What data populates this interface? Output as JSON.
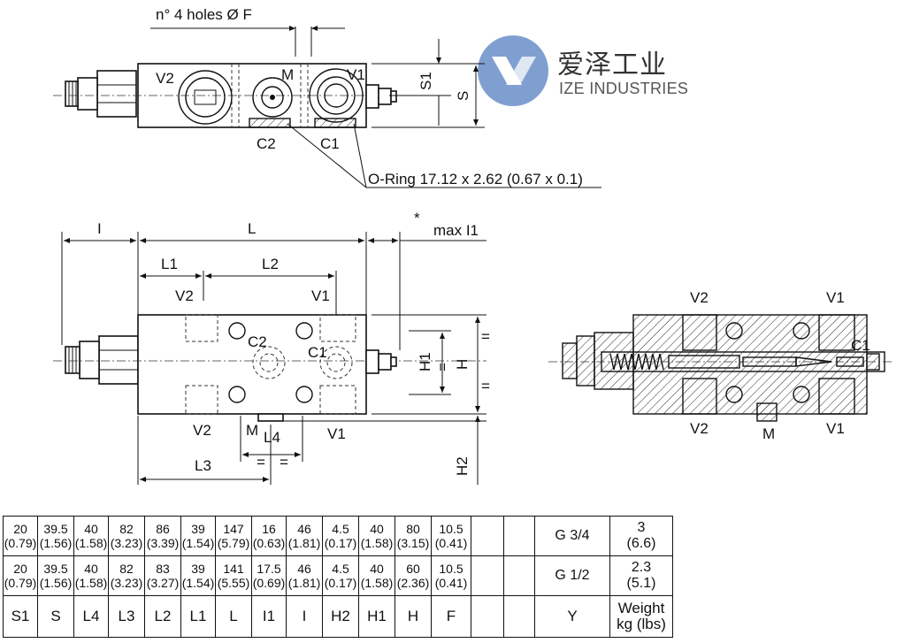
{
  "watermark": {
    "name_cn": "爱泽工业",
    "name_en": "IZE INDUSTRIES",
    "mark_color": "#6b8fc9"
  },
  "top_view": {
    "holes_note": "n° 4 holes Ø F",
    "port_v2": "V2",
    "port_m": "M",
    "port_v1": "V1",
    "port_c2": "C2",
    "port_c1": "C1",
    "dim_s1": "S1",
    "dim_s": "S",
    "oring_note": "O-Ring 17.12 x 2.62 (0.67 x 0.1)"
  },
  "front_view": {
    "dim_i": "I",
    "dim_l": "L",
    "asterisk": "*",
    "max_i1": "max I1",
    "dim_l1": "L1",
    "dim_l2": "L2",
    "port_v2_top": "V2",
    "port_v1_top": "V1",
    "port_c2": "C2",
    "port_c1": "C1",
    "port_v2_bottom": "V2",
    "port_m": "M",
    "dim_l4": "L4",
    "port_v1_bottom": "V1",
    "dim_l3": "L3",
    "eq": "=",
    "dim_h1": "H1",
    "dim_h": "H",
    "dim_h2": "H2"
  },
  "section_view": {
    "v2_top": "V2",
    "v1_top": "V1",
    "c1": "C1",
    "v2_bottom": "V2",
    "m": "M",
    "v1_bottom": "V1"
  },
  "table": {
    "rows": [
      {
        "cells": [
          [
            "20",
            "(0.79)"
          ],
          [
            "39.5",
            "(1.56)"
          ],
          [
            "40",
            "(1.58)"
          ],
          [
            "82",
            "(3.23)"
          ],
          [
            "86",
            "(3.39)"
          ],
          [
            "39",
            "(1.54)"
          ],
          [
            "147",
            "(5.79)"
          ],
          [
            "16",
            "(0.63)"
          ],
          [
            "46",
            "(1.81)"
          ],
          [
            "4.5",
            "(0.17)"
          ],
          [
            "40",
            "(1.58)"
          ],
          [
            "80",
            "(3.15)"
          ],
          [
            "10.5",
            "(0.41)"
          ],
          [
            "",
            ""
          ],
          [
            "",
            ""
          ]
        ],
        "y": "G 3/4",
        "weight": [
          "3",
          "(6.6)"
        ]
      },
      {
        "cells": [
          [
            "20",
            "(0.79)"
          ],
          [
            "39.5",
            "(1.56)"
          ],
          [
            "40",
            "(1.58)"
          ],
          [
            "82",
            "(3.23)"
          ],
          [
            "83",
            "(3.27)"
          ],
          [
            "39",
            "(1.54)"
          ],
          [
            "141",
            "(5.55)"
          ],
          [
            "17.5",
            "(0.69)"
          ],
          [
            "46",
            "(1.81)"
          ],
          [
            "4.5",
            "(0.17)"
          ],
          [
            "40",
            "(1.58)"
          ],
          [
            "60",
            "(2.36)"
          ],
          [
            "10.5",
            "(0.41)"
          ],
          [
            "",
            ""
          ],
          [
            "",
            ""
          ]
        ],
        "y": "G 1/2",
        "weight": [
          "2.3",
          "(5.1)"
        ]
      }
    ],
    "headers": [
      "S1",
      "S",
      "L4",
      "L3",
      "L2",
      "L1",
      "L",
      "I1",
      "I",
      "H2",
      "H1",
      "H",
      "F",
      "",
      ""
    ],
    "header_y": "Y",
    "header_weight": [
      "Weight",
      "kg (lbs)"
    ]
  }
}
